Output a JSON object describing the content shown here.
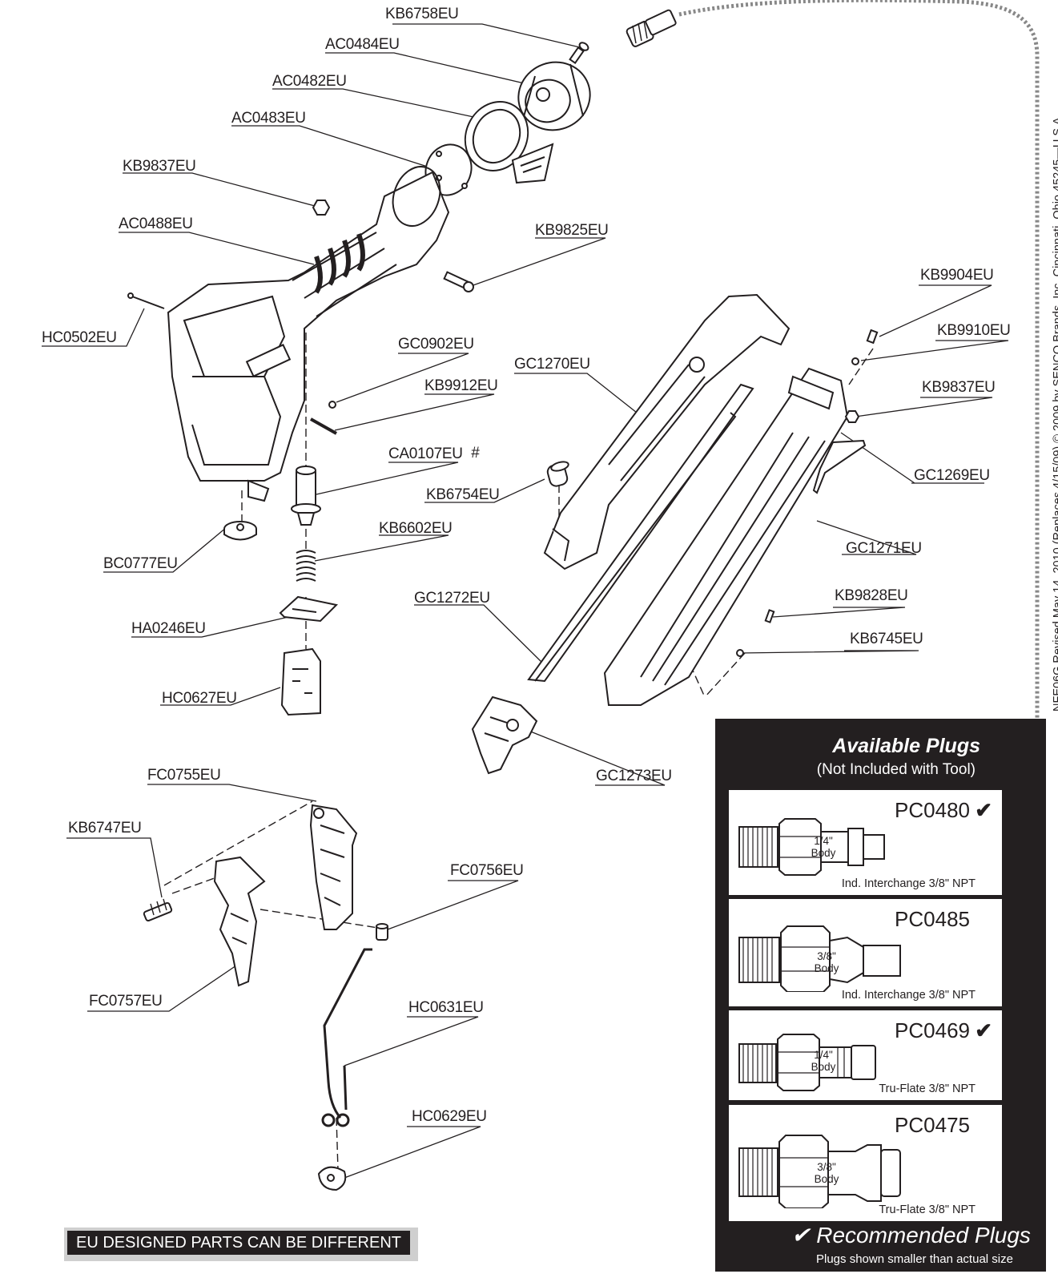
{
  "part_labels": {
    "KB6758EU": "KB6758EU",
    "AC0484EU": "AC0484EU",
    "AC0482EU": "AC0482EU",
    "AC0483EU": "AC0483EU",
    "KB9837EU_top": "KB9837EU",
    "AC0488EU": "AC0488EU",
    "KB9825EU": "KB9825EU",
    "HC0502EU": "HC0502EU",
    "GC0902EU": "GC0902EU",
    "KB9912EU": "KB9912EU",
    "CA0107EU": "CA0107EU",
    "hash_mark": "#",
    "KB6754EU": "KB6754EU",
    "KB6602EU": "KB6602EU",
    "BC0777EU": "BC0777EU",
    "HA0246EU": "HA0246EU",
    "HC0627EU": "HC0627EU",
    "GC1270EU": "GC1270EU",
    "GC1272EU": "GC1272EU",
    "GC1273EU": "GC1273EU",
    "KB9904EU": "KB9904EU",
    "KB9910EU": "KB9910EU",
    "KB9837EU_right": "KB9837EU",
    "GC1269EU": "GC1269EU",
    "GC1271EU": "GC1271EU",
    "KB9828EU": "KB9828EU",
    "KB6745EU": "KB6745EU",
    "FC0755EU": "FC0755EU",
    "KB6747EU": "KB6747EU",
    "FC0756EU": "FC0756EU",
    "FC0757EU": "FC0757EU",
    "HC0631EU": "HC0631EU",
    "HC0629EU": "HC0629EU"
  },
  "copyright": "NFE06G Revised May 14, 2010 (Replaces 4/15/09) © 2009 by SENCO Brands, Inc. Cincinnati, Ohio 45245—U.S.A.",
  "eu_note": "EU DESIGNED PARTS CAN BE DIFFERENT",
  "plugs_panel": {
    "title": "Available Plugs",
    "subtitle": "(Not Included with Tool)",
    "plugs": [
      {
        "code": "PC0480",
        "recommended": true,
        "body": "1/4\" Body",
        "body_l1": "1/4\"",
        "body_l2": "Body",
        "desc": "Ind. Interchange 3/8\" NPT"
      },
      {
        "code": "PC0485",
        "recommended": false,
        "body": "3/8\" Body",
        "body_l1": "3/8\"",
        "body_l2": "Body",
        "desc": "Ind. Interchange 3/8\" NPT"
      },
      {
        "code": "PC0469",
        "recommended": true,
        "body": "1/4\" Body",
        "body_l1": "1/4\"",
        "body_l2": "Body",
        "desc": "Tru-Flate 3/8\" NPT"
      },
      {
        "code": "PC0475",
        "recommended": false,
        "body": "3/8\" Body",
        "body_l1": "3/8\"",
        "body_l2": "Body",
        "desc": "Tru-Flate 3/8\" NPT"
      }
    ],
    "check_symbol": "✔",
    "recommended_label": "✔ Recommended Plugs",
    "recommended_note": "Plugs shown smaller than actual size"
  }
}
